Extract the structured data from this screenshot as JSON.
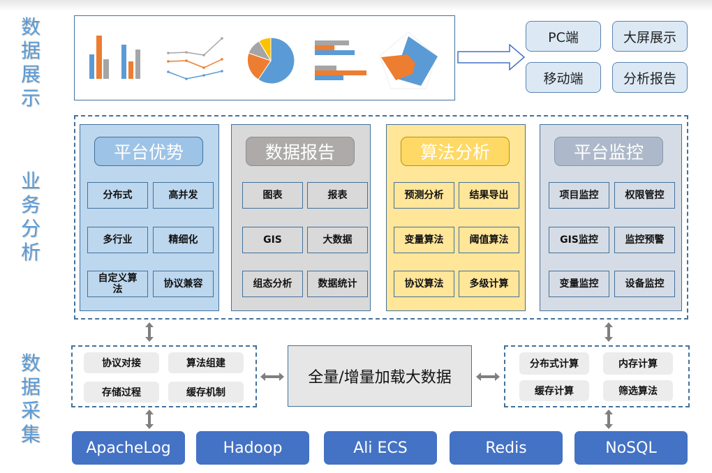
{
  "layers": {
    "display": {
      "label": [
        "数",
        "据",
        "展",
        "示"
      ]
    },
    "analysis": {
      "label": [
        "业",
        "务",
        "分",
        "析"
      ]
    },
    "collection": {
      "label": [
        "数",
        "据",
        "采",
        "集"
      ]
    }
  },
  "display_icons": [
    "bar-chart-icon",
    "line-chart-icon",
    "pie-chart-icon",
    "horizontal-bar-chart-icon",
    "radar-chart-icon"
  ],
  "outputs": [
    {
      "label": "PC端"
    },
    {
      "label": "大屏展示"
    },
    {
      "label": "移动端"
    },
    {
      "label": "分析报告"
    }
  ],
  "panels": [
    {
      "title": "平台优势",
      "items": [
        "分布式",
        "高并发",
        "多行业",
        "精细化",
        "自定义算法",
        "协议兼容"
      ]
    },
    {
      "title": "数据报告",
      "items": [
        "图表",
        "报表",
        "GIS",
        "大数据",
        "组态分析",
        "数据统计"
      ]
    },
    {
      "title": "算法分析",
      "items": [
        "预测分析",
        "结果导出",
        "变量算法",
        "阈值算法",
        "协议算法",
        "多级计算"
      ]
    },
    {
      "title": "平台监控",
      "items": [
        "项目监控",
        "权限管控",
        "GIS监控",
        "监控预警",
        "变量监控",
        "设备监控"
      ]
    }
  ],
  "left_group": [
    "协议对接",
    "算法组建",
    "存储过程",
    "缓存机制"
  ],
  "center": {
    "label": "全量/增量加载大数据"
  },
  "right_group": [
    "分布式计算",
    "内存计算",
    "缓存计算",
    "筛选算法"
  ],
  "sources": [
    "ApacheLog",
    "Hadoop",
    "Ali ECS",
    "Redis",
    "NoSQL"
  ],
  "colors": {
    "accent": "#5b9bd5",
    "border": "#41719c",
    "orange": "#ed7d31",
    "gray": "#a5a5a5",
    "yellow": "#ffc000",
    "source_blue": "#4472c4"
  }
}
